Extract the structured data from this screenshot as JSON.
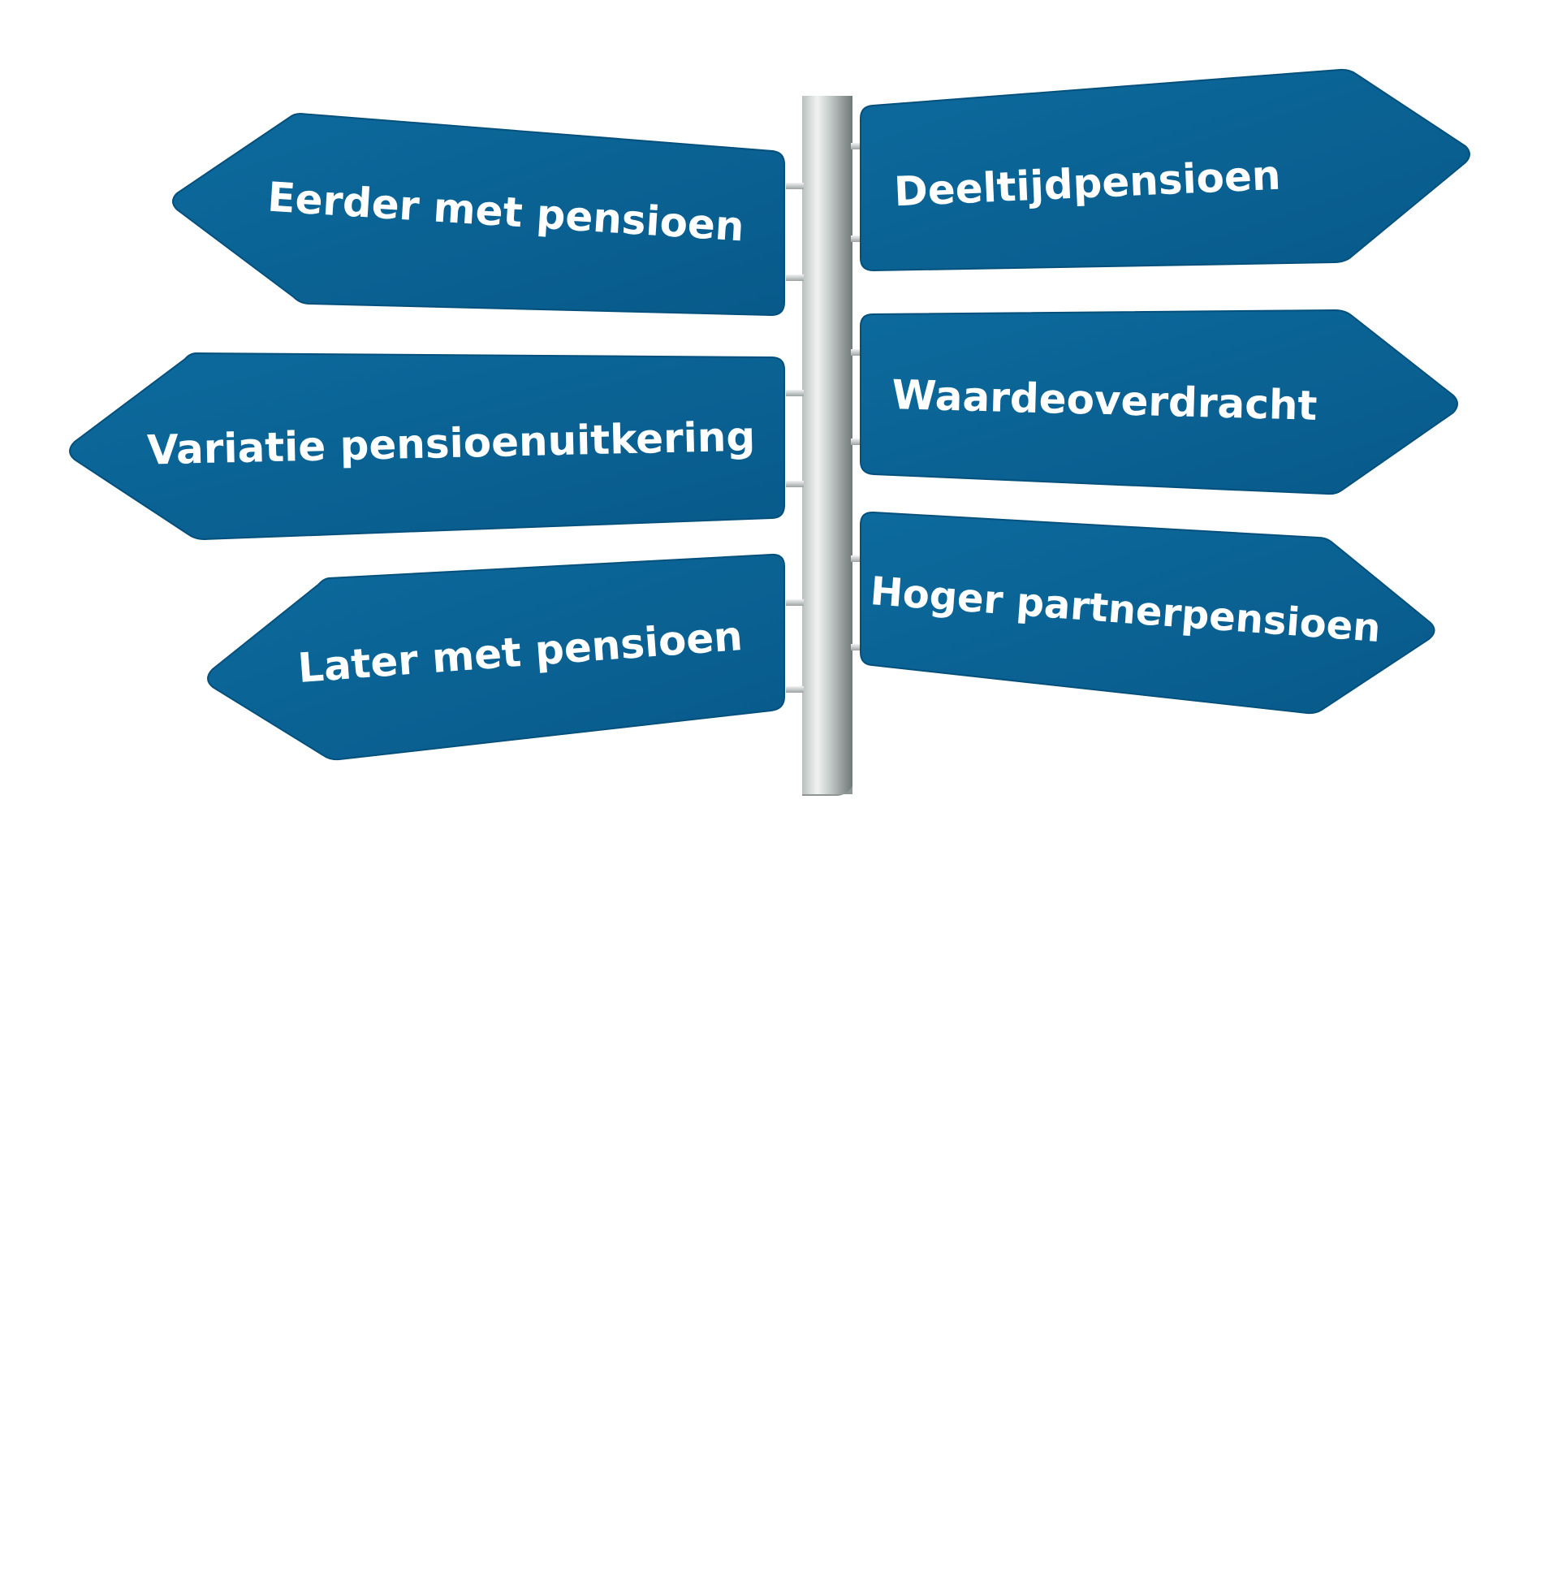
{
  "colors": {
    "sign_fill": "#0a6496",
    "sign_edge": "#04507c",
    "pole_light": "#e8eceb",
    "pole_dark": "#7c8584",
    "background": "#ffffff"
  },
  "signpost": {
    "left_signs": [
      {
        "label": "Eerder met pensioen",
        "direction": "left"
      },
      {
        "label": "Variatie pensioenuitkering",
        "direction": "left"
      },
      {
        "label": "Later met pensioen",
        "direction": "left"
      }
    ],
    "right_signs": [
      {
        "label": "Deeltijdpensioen",
        "direction": "right"
      },
      {
        "label": "Waardeoverdracht",
        "direction": "right"
      },
      {
        "label": "Hoger partnerpensioen",
        "direction": "right"
      }
    ]
  }
}
